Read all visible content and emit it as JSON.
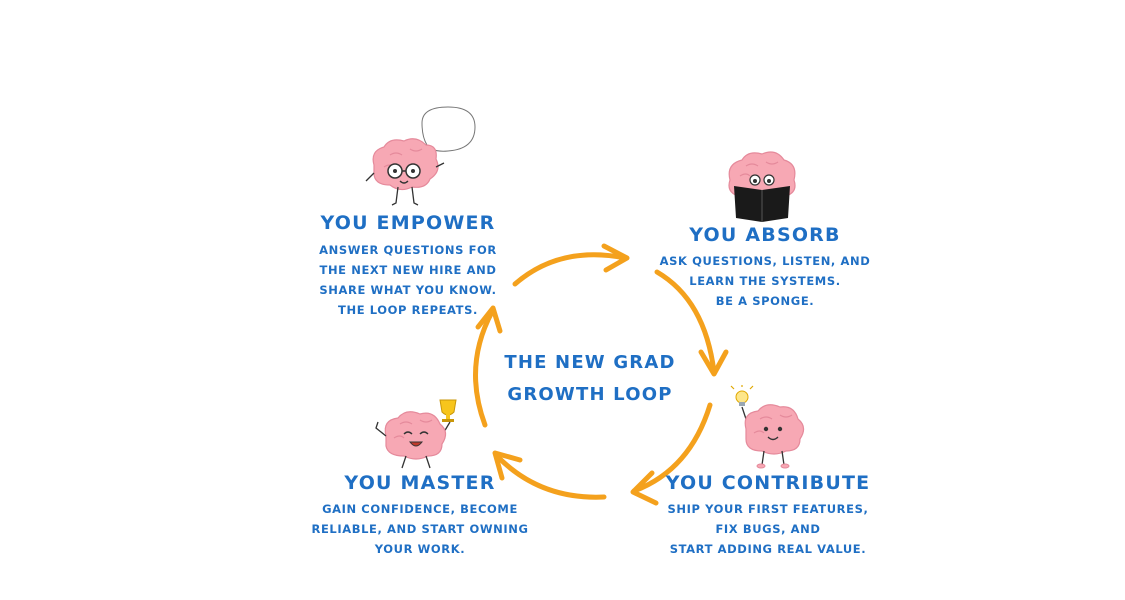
{
  "center": {
    "line1": "THE NEW GRAD",
    "line2": "GROWTH LOOP"
  },
  "stages": {
    "empower": {
      "title": "YOU EMPOWER",
      "lines": [
        "ANSWER QUESTIONS FOR",
        "THE NEXT NEW HIRE AND",
        "SHARE WHAT YOU KNOW.",
        "THE LOOP REPEATS."
      ],
      "icon": "brain-with-glasses-speech-bubble-icon"
    },
    "absorb": {
      "title": "YOU ABSORB",
      "lines": [
        "ASK QUESTIONS, LISTEN, AND",
        "LEARN THE SYSTEMS.",
        "BE A SPONGE."
      ],
      "icon": "brain-reading-book-icon"
    },
    "contribute": {
      "title": "YOU CONTRIBUTE",
      "lines": [
        "SHIP YOUR FIRST FEATURES,",
        "FIX BUGS, AND",
        "START ADDING REAL VALUE."
      ],
      "icon": "brain-with-lightbulb-icon"
    },
    "master": {
      "title": "YOU MASTER",
      "lines": [
        "GAIN CONFIDENCE, BECOME",
        "RELIABLE, AND START OWNING",
        "YOUR WORK."
      ],
      "icon": "brain-with-trophy-icon"
    }
  },
  "colors": {
    "text": "#1f6fc4",
    "arrows": "#f4a11d",
    "brain": "#f7a8b4",
    "brain_shadow": "#ef8fa0",
    "book": "#1a1a1a",
    "trophy": "#f7c51c"
  }
}
